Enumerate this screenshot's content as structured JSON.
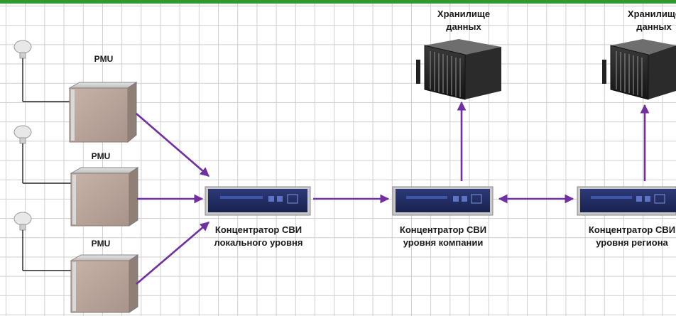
{
  "diagram": {
    "pmu_label": "PMU",
    "storage_label_line1": "Хранилище",
    "storage_label_line2": "данных",
    "concentrators": [
      {
        "line1": "Концентратор СВИ",
        "line2": "локального уровня"
      },
      {
        "line1": "Концентратор СВИ",
        "line2": "уровня компании"
      },
      {
        "line1": "Концентратор СВИ",
        "line2": "уровня региона"
      }
    ],
    "colors": {
      "arrow": "#7030a0",
      "grid": "#cfcfcf",
      "top_bar": "#2e9a2e",
      "concentrator_panel": "#1d2a63",
      "pmu_body": "#b9a59b"
    }
  }
}
